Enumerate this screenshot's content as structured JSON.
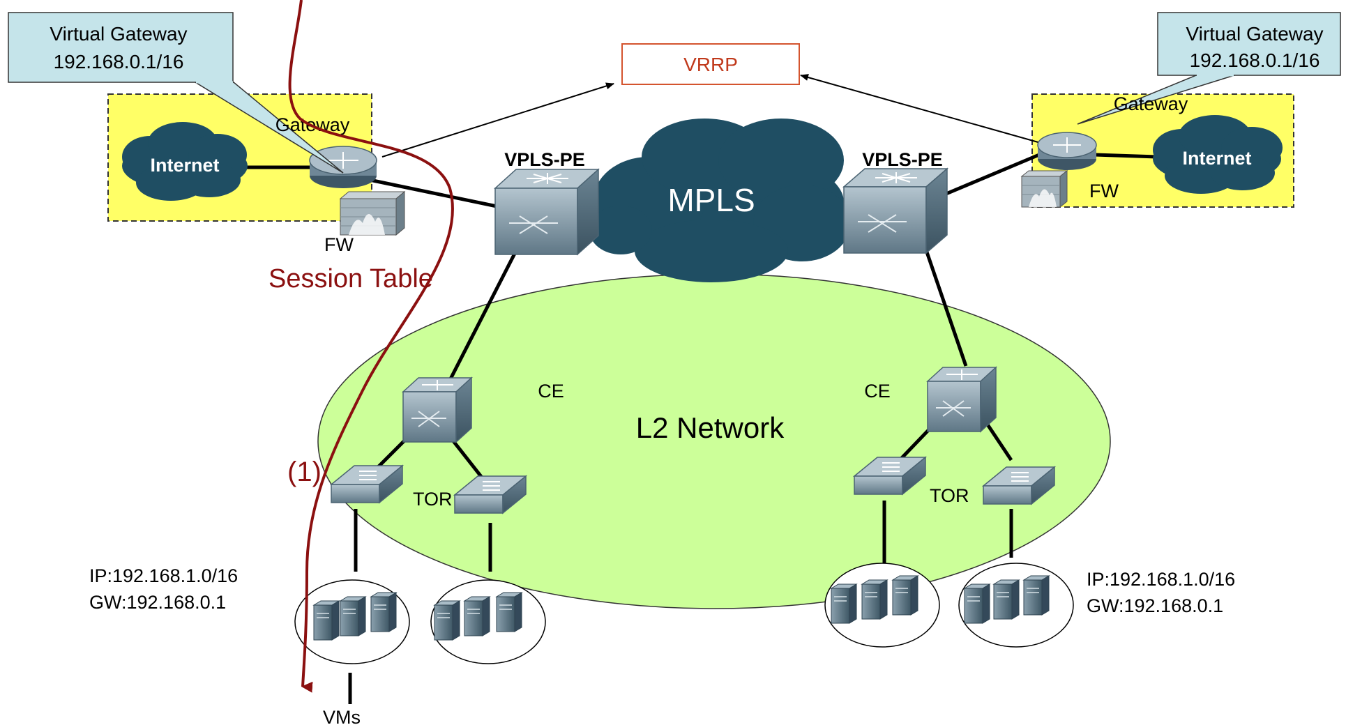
{
  "callouts": {
    "left": {
      "line1": "Virtual Gateway",
      "line2": "192.168.0.1/16"
    },
    "right": {
      "line1": "Virtual Gateway",
      "line2": "192.168.0.1/16"
    }
  },
  "vrrp": "VRRP",
  "left_site": {
    "gateway": "Gateway",
    "internet": "Internet",
    "fw": "FW"
  },
  "right_site": {
    "gateway": "Gateway",
    "internet": "Internet",
    "fw": "FW"
  },
  "pe_left": "VPLS-PE",
  "pe_right": "VPLS-PE",
  "mpls": "MPLS",
  "session_table": "Session Table",
  "l2_network": "L2 Network",
  "ce_left": "CE",
  "ce_right": "CE",
  "tor_left": "TOR",
  "tor_right": "TOR",
  "step_marker": "(1)",
  "left_hosts": {
    "ip": "IP:192.168.1.0/16",
    "gw": "GW:192.168.0.1"
  },
  "right_hosts": {
    "ip": "IP:192.168.1.0/16",
    "gw": "GW:192.168.0.1"
  },
  "vms": "VMs",
  "colors": {
    "callout_fill": "#c5e4ea",
    "site_fill": "#ffff66",
    "ellipse_fill": "#ccff99",
    "vrrp_border": "#d4542e",
    "vrrp_text": "#c0391b",
    "cloud_fill": "#1f4e63",
    "path_color": "#8b1010"
  }
}
